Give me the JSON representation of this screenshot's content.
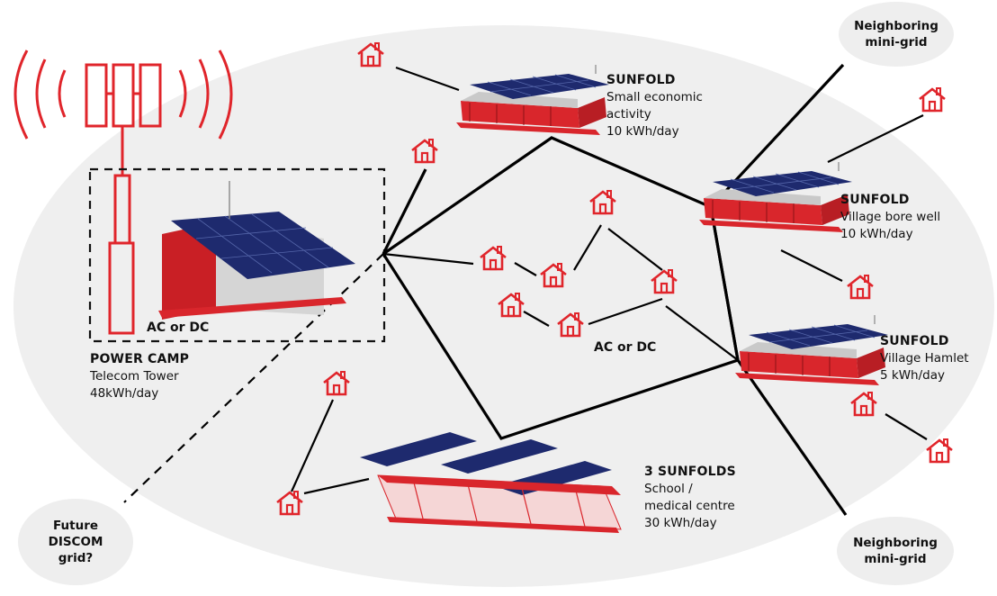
{
  "colors": {
    "accent": "#e0252b",
    "background_ellipse": "#efefef",
    "line": "#000000",
    "panel": "#1f2a6b"
  },
  "power_camp": {
    "title": "POWER CAMP",
    "line1": "Telecom Tower",
    "line2": "48kWh/day",
    "link": "AC or DC"
  },
  "center_link": "AC or DC",
  "sunfold_top": {
    "title": "SUNFOLD",
    "line1": "Small economic",
    "line2": "activity",
    "line3": "10 kWh/day"
  },
  "sunfold_well": {
    "title": "SUNFOLD",
    "line1": "Village bore well",
    "line2": "10 kWh/day"
  },
  "sunfold_hamlet": {
    "title": "SUNFOLD",
    "line1": "Village Hamlet",
    "line2": "5 kWh/day"
  },
  "sunfold_school": {
    "title": "3 SUNFOLDS",
    "line1": "School /",
    "line2": "medical centre",
    "line3": "30 kWh/day"
  },
  "neighbor_top": {
    "line1": "Neighboring",
    "line2": "mini-grid"
  },
  "neighbor_bottom": {
    "line1": "Neighboring",
    "line2": "mini-grid"
  },
  "future_grid": {
    "line1": "Future",
    "line2": "DISCOM",
    "line3": "grid?"
  },
  "icons": [
    "telecom-tower-icon",
    "house-icon",
    "solar-container-icon"
  ]
}
